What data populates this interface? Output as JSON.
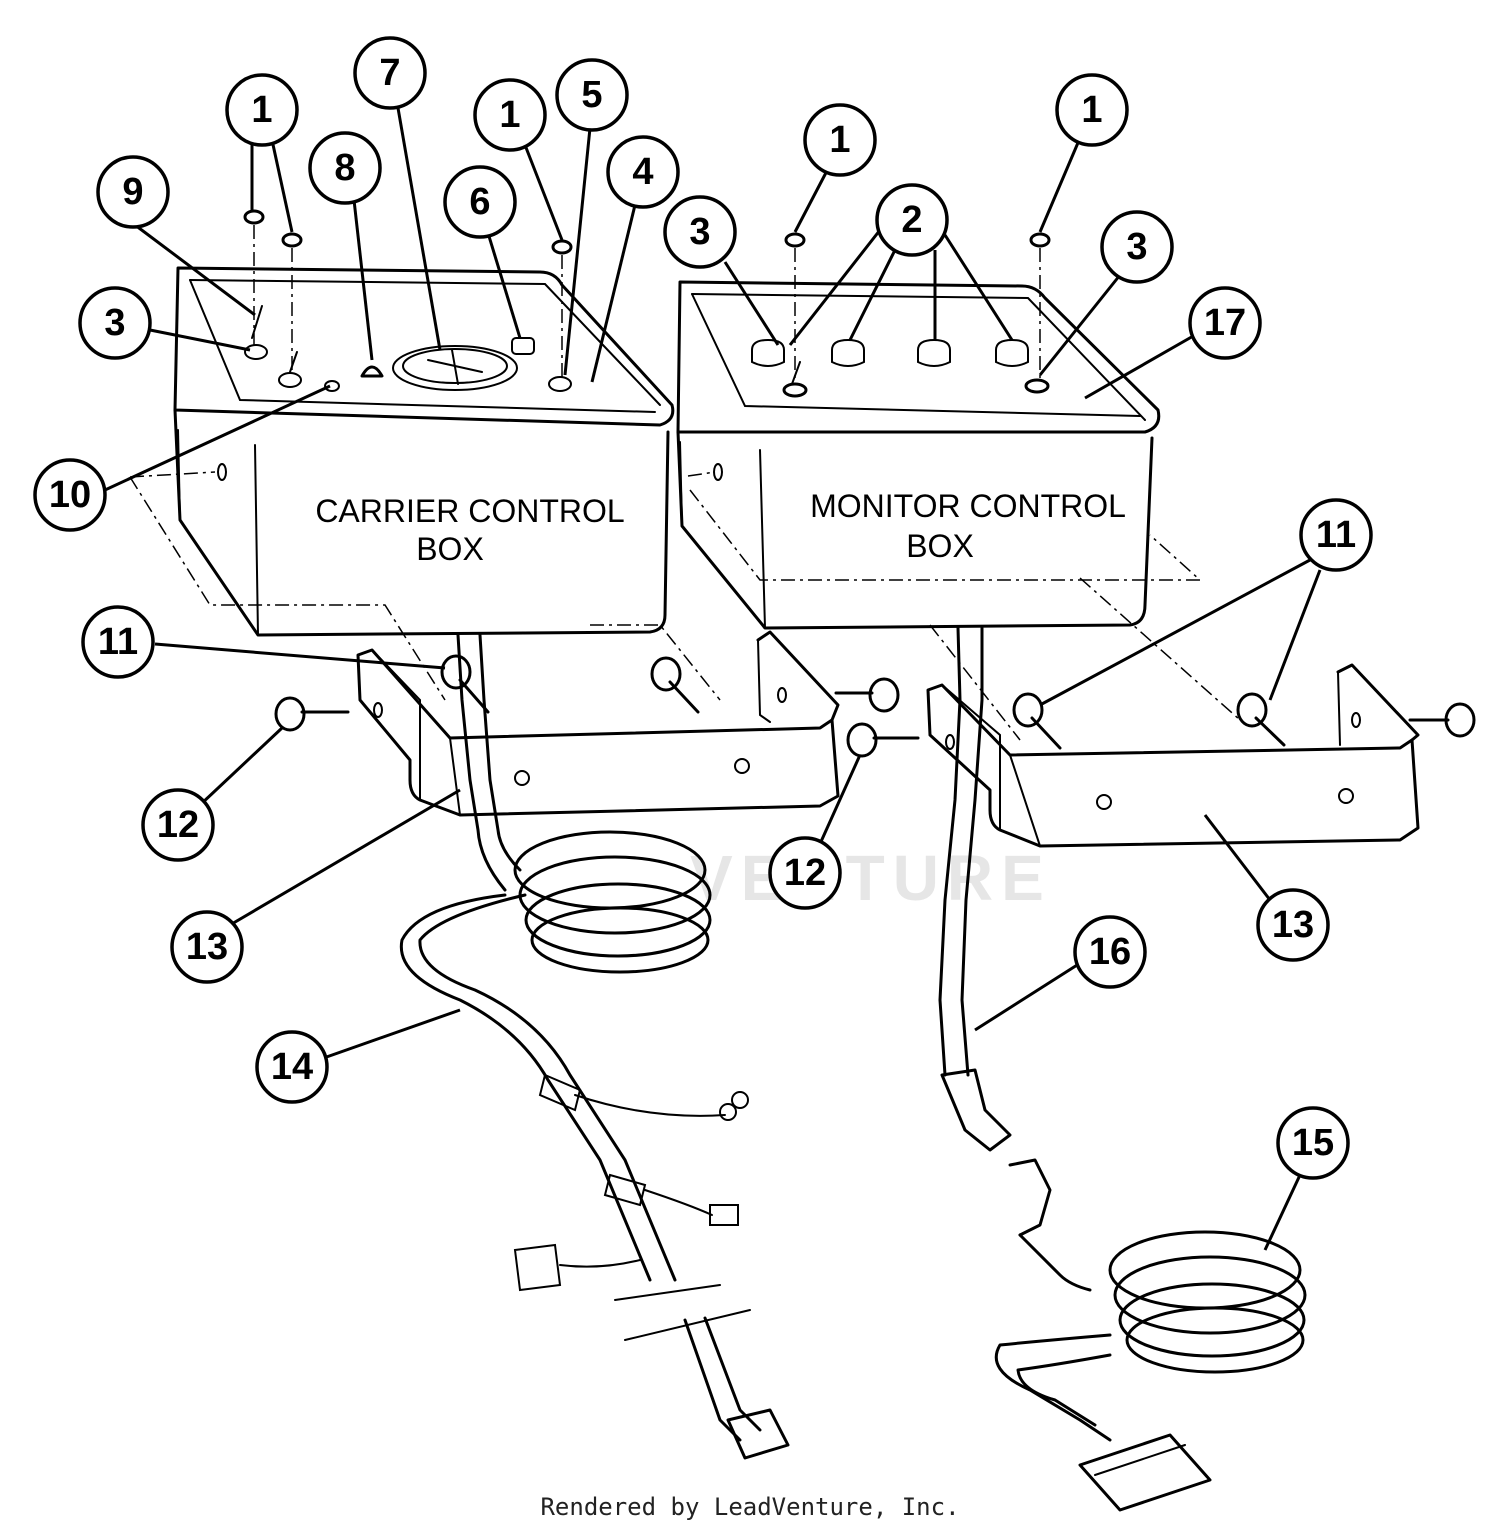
{
  "diagram": {
    "boxes": [
      {
        "line1": "CARRIER CONTROL",
        "line2": "BOX"
      },
      {
        "line1": "MONITOR CONTROL",
        "line2": "BOX"
      }
    ],
    "watermark": "VENTURE",
    "callouts": [
      {
        "id": "c1a",
        "n": "1"
      },
      {
        "id": "c1b",
        "n": "1"
      },
      {
        "id": "c1c",
        "n": "1"
      },
      {
        "id": "c1d",
        "n": "1"
      },
      {
        "id": "c2",
        "n": "2"
      },
      {
        "id": "c3a",
        "n": "3"
      },
      {
        "id": "c3b",
        "n": "3"
      },
      {
        "id": "c3c",
        "n": "3"
      },
      {
        "id": "c4",
        "n": "4"
      },
      {
        "id": "c5",
        "n": "5"
      },
      {
        "id": "c6",
        "n": "6"
      },
      {
        "id": "c7",
        "n": "7"
      },
      {
        "id": "c8",
        "n": "8"
      },
      {
        "id": "c9",
        "n": "9"
      },
      {
        "id": "c10",
        "n": "10"
      },
      {
        "id": "c11a",
        "n": "11"
      },
      {
        "id": "c11b",
        "n": "11"
      },
      {
        "id": "c12a",
        "n": "12"
      },
      {
        "id": "c12b",
        "n": "12"
      },
      {
        "id": "c13a",
        "n": "13"
      },
      {
        "id": "c13b",
        "n": "13"
      },
      {
        "id": "c14",
        "n": "14"
      },
      {
        "id": "c15",
        "n": "15"
      },
      {
        "id": "c16",
        "n": "16"
      },
      {
        "id": "c17",
        "n": "17"
      }
    ]
  },
  "footer": "Rendered by LeadVenture, Inc."
}
